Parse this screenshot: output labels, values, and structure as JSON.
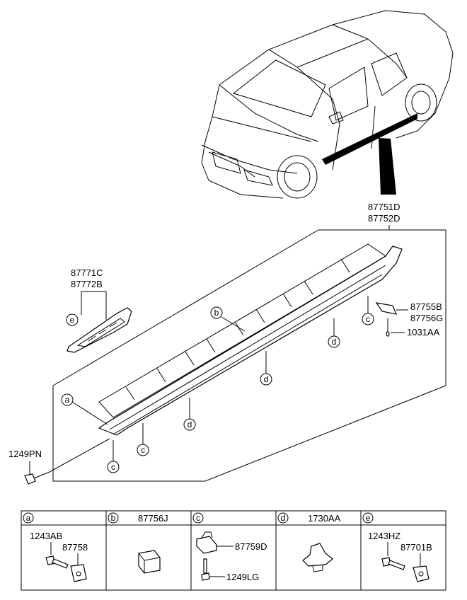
{
  "callouts": {
    "side_sill_a": "87751D",
    "side_sill_b": "87752D",
    "garnish_a": "87771C",
    "garnish_b": "87772B",
    "bracket_a": "87755B",
    "bracket_b": "87756G",
    "clip_1031": "1031AA",
    "screw_1249pn": "1249PN"
  },
  "letters": {
    "a": "a",
    "b": "b",
    "c": "c",
    "d": "d",
    "e": "e"
  },
  "table": {
    "headers": [
      {
        "letter": "a",
        "part": ""
      },
      {
        "letter": "b",
        "part": "87756J"
      },
      {
        "letter": "c",
        "part": ""
      },
      {
        "letter": "d",
        "part": "1730AA"
      },
      {
        "letter": "e",
        "part": ""
      }
    ],
    "cell_a": {
      "p1": "1243AB",
      "p2": "87758"
    },
    "cell_c": {
      "p1": "87759D",
      "p2": "1249LG"
    },
    "cell_e": {
      "p1": "1243HZ",
      "p2": "87701B"
    }
  }
}
